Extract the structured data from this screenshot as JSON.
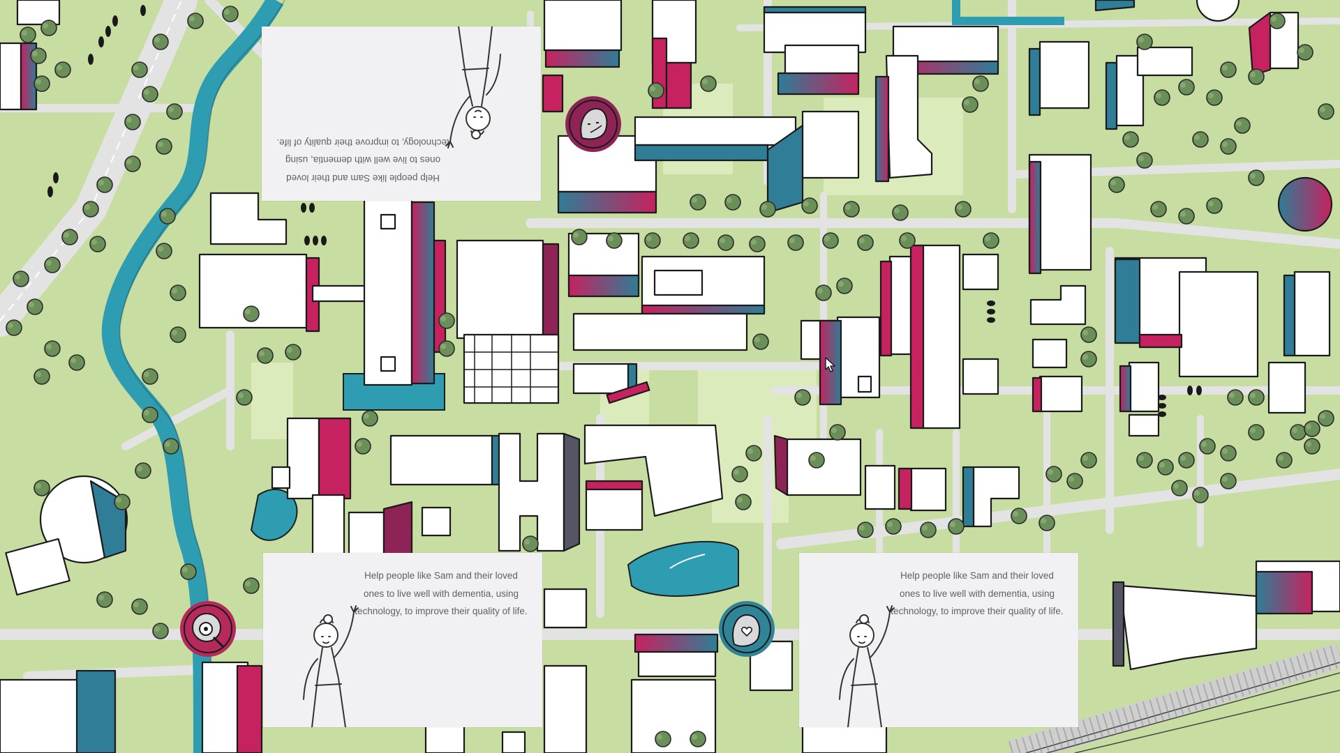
{
  "map": {
    "colors": {
      "grass": "#c7dda2",
      "road": "#e3e3e3",
      "water": "#2f9db1",
      "building": "#ffffff",
      "accent_magenta": "#c6225f",
      "accent_teal": "#2f7d96",
      "tree": "#6b8f58"
    }
  },
  "cards": [
    {
      "text": "Help people like Sam and their loved ones to live well with dementia, using technology, to improve their quality of life.",
      "orientation": "flipped",
      "figure_icon": "waving-woman-icon"
    },
    {
      "text": "Help people like Sam and their loved ones to live well with dementia, using technology, to improve their quality of life.",
      "orientation": "normal",
      "figure_icon": "waving-woman-icon"
    },
    {
      "text": "Help people like Sam and their loved ones to live well with dementia, using technology, to improve their quality of life.",
      "orientation": "normal",
      "figure_icon": "waving-woman-icon"
    }
  ],
  "pois": [
    {
      "icon": "elderly-person-avatar-icon",
      "color": "#8e2455"
    },
    {
      "icon": "magnifier-person-avatar-icon",
      "color": "#b52a5a"
    },
    {
      "icon": "heart-person-avatar-icon",
      "color": "#2f8597"
    }
  ],
  "cursor": {
    "icon": "mouse-pointer-icon"
  }
}
